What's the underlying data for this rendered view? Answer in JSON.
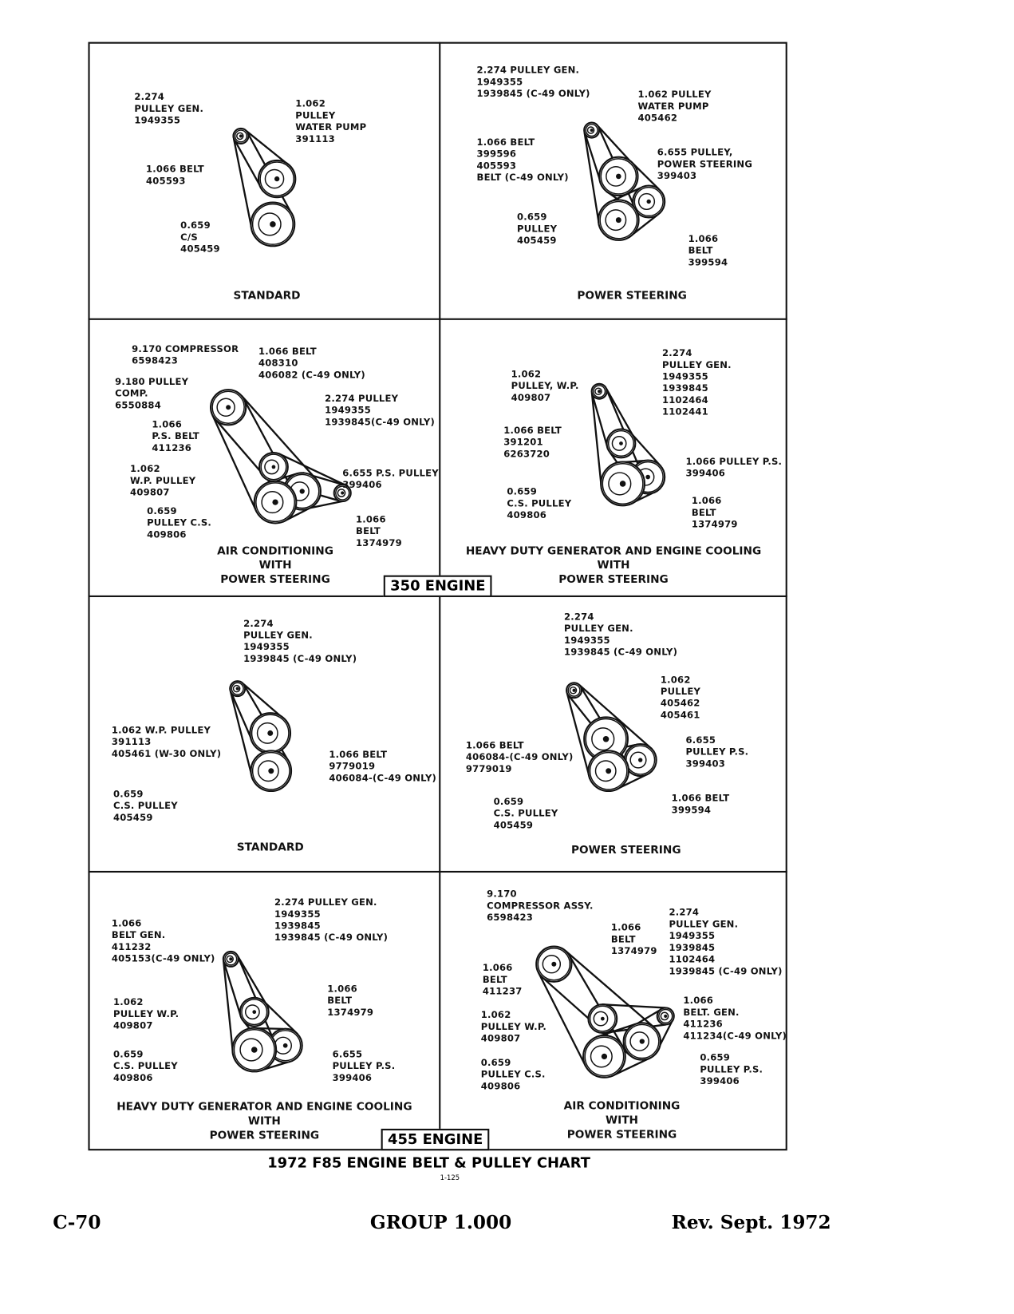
{
  "panels": [
    {
      "title": "STANDARD",
      "labels": [
        "2.274\nPULLEY GEN.\n1949355",
        "1.062\nPULLEY\nWATER PUMP\n391113",
        "1.066 BELT\n405593",
        "0.659\nC/S\n405459"
      ]
    },
    {
      "title": "POWER STEERING",
      "labels": [
        "2.274 PULLEY GEN.\n1949355\n1939845 (C-49 ONLY)",
        "1.062 PULLEY\nWATER PUMP\n405462",
        "1.066 BELT\n399596\n405593\nBELT (C-49 ONLY)",
        "6.655 PULLEY,\nPOWER STEERING\n399403",
        "0.659\nPULLEY\n405459",
        "1.066\nBELT\n399594"
      ]
    },
    {
      "title": "AIR CONDITIONING\nWITH\nPOWER STEERING",
      "labels": [
        "9.170 COMPRESSOR\n6598423",
        "1.066 BELT\n408310\n406082 (C-49 ONLY)",
        "9.180 PULLEY\nCOMP.\n6550884",
        "2.274 PULLEY\n1949355\n1939845(C-49 ONLY)",
        "1.066\nP.S. BELT\n411236",
        "1.062\nW.P. PULLEY\n409807",
        "6.655 P.S. PULLEY\n399406",
        "0.659\nPULLEY C.S.\n409806",
        "1.066\nBELT\n1374979"
      ]
    },
    {
      "title": "HEAVY DUTY GENERATOR AND ENGINE COOLING\nWITH\nPOWER STEERING",
      "labels": [
        "2.274\nPULLEY GEN.\n1949355\n1939845\n1102464\n1102441",
        "1.062\nPULLEY, W.P.\n409807",
        "1.066 BELT\n391201\n6263720",
        "1.066 PULLEY P.S.\n399406",
        "0.659\nC.S. PULLEY\n409806",
        "1.066\nBELT\n1374979"
      ]
    },
    {
      "title": "STANDARD",
      "labels": [
        "2.274\nPULLEY GEN.\n1949355\n1939845 (C-49 ONLY)",
        "1.062 W.P. PULLEY\n391113\n405461 (W-30 ONLY)",
        "1.066 BELT\n9779019\n406084-(C-49 ONLY)",
        "0.659\nC.S. PULLEY\n405459"
      ]
    },
    {
      "title": "POWER STEERING",
      "labels": [
        "2.274\nPULLEY GEN.\n1949355\n1939845 (C-49 ONLY)",
        "1.062\nPULLEY\n405462\n405461",
        "1.066 BELT\n406084-(C-49 ONLY)\n9779019",
        "6.655\nPULLEY P.S.\n399403",
        "0.659\nC.S. PULLEY\n405459",
        "1.066 BELT\n399594"
      ]
    },
    {
      "title": "HEAVY DUTY GENERATOR AND ENGINE COOLING\nWITH\nPOWER STEERING",
      "labels": [
        "2.274 PULLEY GEN.\n1949355\n1939845\n1939845 (C-49 ONLY)",
        "1.066\nBELT GEN.\n411232\n405153(C-49 ONLY)",
        "1.066\nBELT\n1374979",
        "1.062\nPULLEY W.P.\n409807",
        "0.659\nC.S. PULLEY\n409806",
        "6.655\nPULLEY P.S.\n399406"
      ]
    },
    {
      "title": "AIR CONDITIONING\nWITH\nPOWER STEERING",
      "labels": [
        "9.170\nCOMPRESSOR ASSY.\n6598423",
        "2.274\nPULLEY GEN.\n1949355\n1939845\n1102464\n1939845 (C-49 ONLY)",
        "1.066\nBELT\n1374979",
        "1.066\nBELT\n411237",
        "1.066\nBELT. GEN.\n411236\n411234(C-49 ONLY)",
        "1.062\nPULLEY W.P.\n409807",
        "0.659\nPULLEY C.S.\n409806",
        "0.659\nPULLEY P.S.\n399406"
      ]
    }
  ],
  "engines": {
    "e350": "350 ENGINE",
    "e455": "455 ENGINE"
  },
  "chart_title": "1972 F85 ENGINE BELT & PULLEY CHART",
  "drawing_code": "1-125",
  "footer": {
    "page": "C-70",
    "group": "GROUP 1.000",
    "revision": "Rev. Sept. 1972"
  }
}
